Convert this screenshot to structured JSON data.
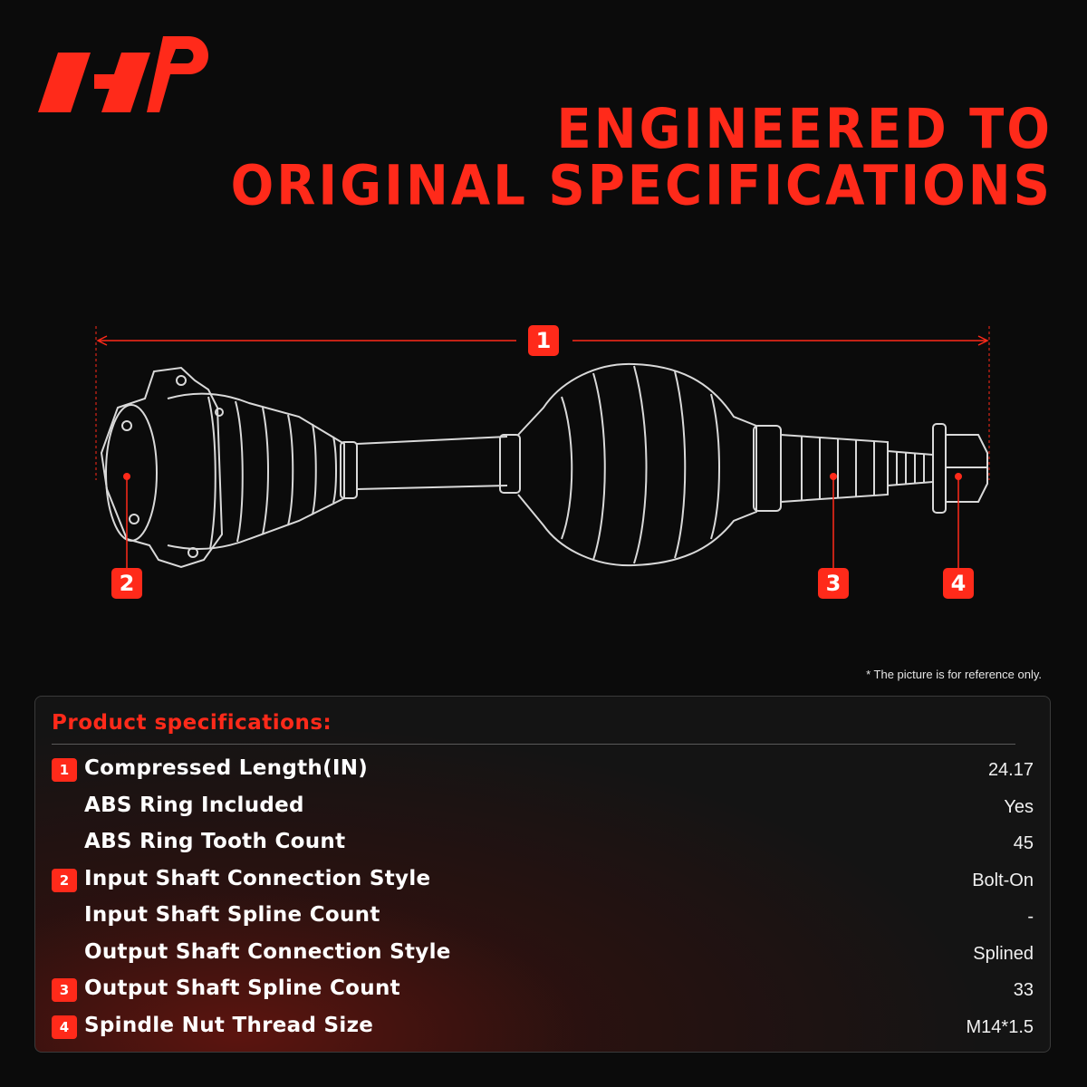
{
  "brand": {
    "colors": {
      "accent": "#ff2a1a",
      "background": "#0b0b0b"
    }
  },
  "header": {
    "title_line1": "ENGINEERED TO",
    "title_line2": "ORIGINAL SPECIFICATIONS"
  },
  "diagram": {
    "callouts": [
      {
        "label": "1"
      },
      {
        "label": "2"
      },
      {
        "label": "3"
      },
      {
        "label": "4"
      }
    ],
    "note": "* The picture is for reference only."
  },
  "specs": {
    "title": "Product specifications:",
    "rows": [
      {
        "badge": "1",
        "label": "Compressed Length(IN)",
        "value": "24.17"
      },
      {
        "badge": "",
        "label": "ABS Ring Included",
        "value": "Yes"
      },
      {
        "badge": "",
        "label": "ABS Ring Tooth Count",
        "value": "45"
      },
      {
        "badge": "2",
        "label": "Input Shaft Connection Style",
        "value": "Bolt-On"
      },
      {
        "badge": "",
        "label": "Input Shaft Spline Count",
        "value": "-"
      },
      {
        "badge": "",
        "label": "Output Shaft Connection Style",
        "value": "Splined"
      },
      {
        "badge": "3",
        "label": "Output Shaft Spline Count",
        "value": "33"
      },
      {
        "badge": "4",
        "label": "Spindle Nut Thread Size",
        "value": "M14*1.5"
      }
    ]
  }
}
